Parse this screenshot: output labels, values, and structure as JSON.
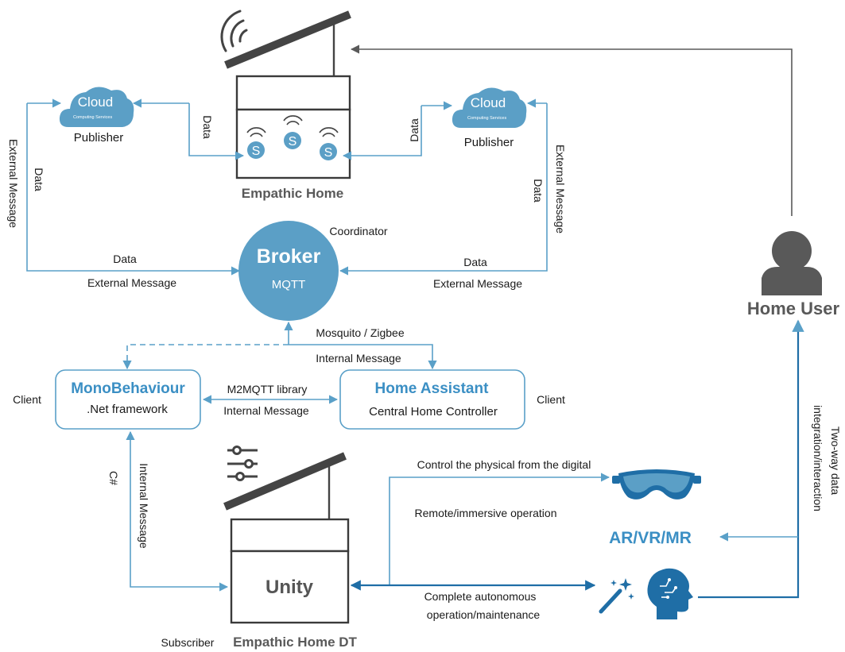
{
  "top_house": {
    "label": "Empathic Home",
    "sensor_letter": "S",
    "left_link_label": "Data",
    "right_link_label": "Data"
  },
  "cloud_left": {
    "title": "Cloud",
    "subtitle": "Computing Services",
    "role": "Publisher"
  },
  "cloud_right": {
    "title": "Cloud",
    "subtitle": "Computing Services",
    "role": "Publisher"
  },
  "left_vertical": {
    "outer": "External Message",
    "inner": "Data"
  },
  "right_vertical": {
    "outer": "External Message",
    "inner": "Data"
  },
  "broker": {
    "title": "Broker",
    "subtitle": "MQTT",
    "role": "Coordinator",
    "left_in_top": "Data",
    "left_in_bottom": "External Message",
    "right_in_top": "Data",
    "right_in_bottom": "External Message",
    "bottom_link_top": "Mosquito / Zigbee",
    "bottom_link_bottom": "Internal Message"
  },
  "mono_box": {
    "title": "MonoBehaviour",
    "subtitle": ".Net framework",
    "role": "Client"
  },
  "ha_box": {
    "title": "Home Assistant",
    "subtitle": "Central Home Controller",
    "role": "Client"
  },
  "between_boxes": {
    "top": "M2MQTT library",
    "bottom": "Internal Message"
  },
  "mono_to_unity": {
    "outer": "Internal Message",
    "inner": "C#"
  },
  "bottom_house": {
    "core_label": "Unity",
    "role": "Subscriber",
    "label": "Empathic Home DT"
  },
  "control_link": {
    "top": "Control the physical from the digital",
    "bottom": "Remote/immersive operation"
  },
  "arvr": {
    "label": "AR/VR/MR"
  },
  "autonomous_link": {
    "line1": "Complete autonomous",
    "line2": "operation/maintenance"
  },
  "home_user": {
    "label": "Home User"
  },
  "two_way": {
    "line1": "Two-way data",
    "line2": "integration/interaction"
  },
  "colors": {
    "accent_blue": "#3b8fc4",
    "circle_blue": "#5b9fc6",
    "dark_blue": "#1f6ea6",
    "grey": "#595959",
    "line_grey": "#5a5a5a"
  }
}
